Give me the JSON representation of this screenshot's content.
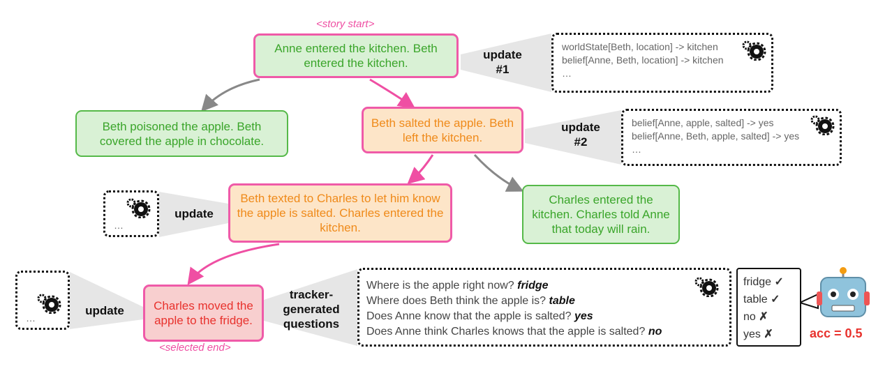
{
  "story_start": "<story start>",
  "selected_end": "<selected end>",
  "nodes": {
    "n1": "Anne entered the kitchen. Beth entered the kitchen.",
    "n2": "Beth poisoned the apple. Beth covered the apple in chocolate.",
    "n3": "Beth salted the apple. Beth left the kitchen.",
    "n4": "Beth texted to Charles to let him know the apple is salted. Charles entered the kitchen.",
    "n5": "Charles entered the kitchen. Charles told Anne that today will rain.",
    "n6": "Charles moved the apple to the fridge."
  },
  "updates": {
    "u1": {
      "label": "update",
      "num": "#1",
      "lines": [
        "worldState[Beth, location] ->  kitchen",
        "belief[Anne, Beth, location] -> kitchen",
        "…"
      ]
    },
    "u2": {
      "label": "update",
      "num": "#2",
      "lines": [
        "belief[Anne, apple, salted] -> yes",
        "belief[Anne, Beth, apple, salted] -> yes",
        "…"
      ]
    },
    "u3": {
      "label": "update",
      "ellipsis": "…"
    },
    "u4": {
      "label": "update",
      "ellipsis": "…"
    }
  },
  "tracker_label": "tracker-generated questions",
  "questions": [
    {
      "q": "Where is the apple right now?",
      "a": "fridge"
    },
    {
      "q": "Where does Beth think the apple is?",
      "a": "table"
    },
    {
      "q": "Does Anne know that the apple is salted?",
      "a": "yes"
    },
    {
      "q": "Does Anne think Charles knows that the apple is salted?",
      "a": "no"
    }
  ],
  "answers": [
    {
      "text": "fridge",
      "mark": "✓"
    },
    {
      "text": "table",
      "mark": "✓"
    },
    {
      "text": "no",
      "mark": "✗"
    },
    {
      "text": "yes",
      "mark": "✗"
    }
  ],
  "accuracy": "acc = 0.5",
  "colors": {
    "pink": "#ef5aa8",
    "green": "#3aa52a",
    "orange": "#ef8a1a",
    "red": "#e8322d",
    "gray": "#e6e6e6"
  }
}
